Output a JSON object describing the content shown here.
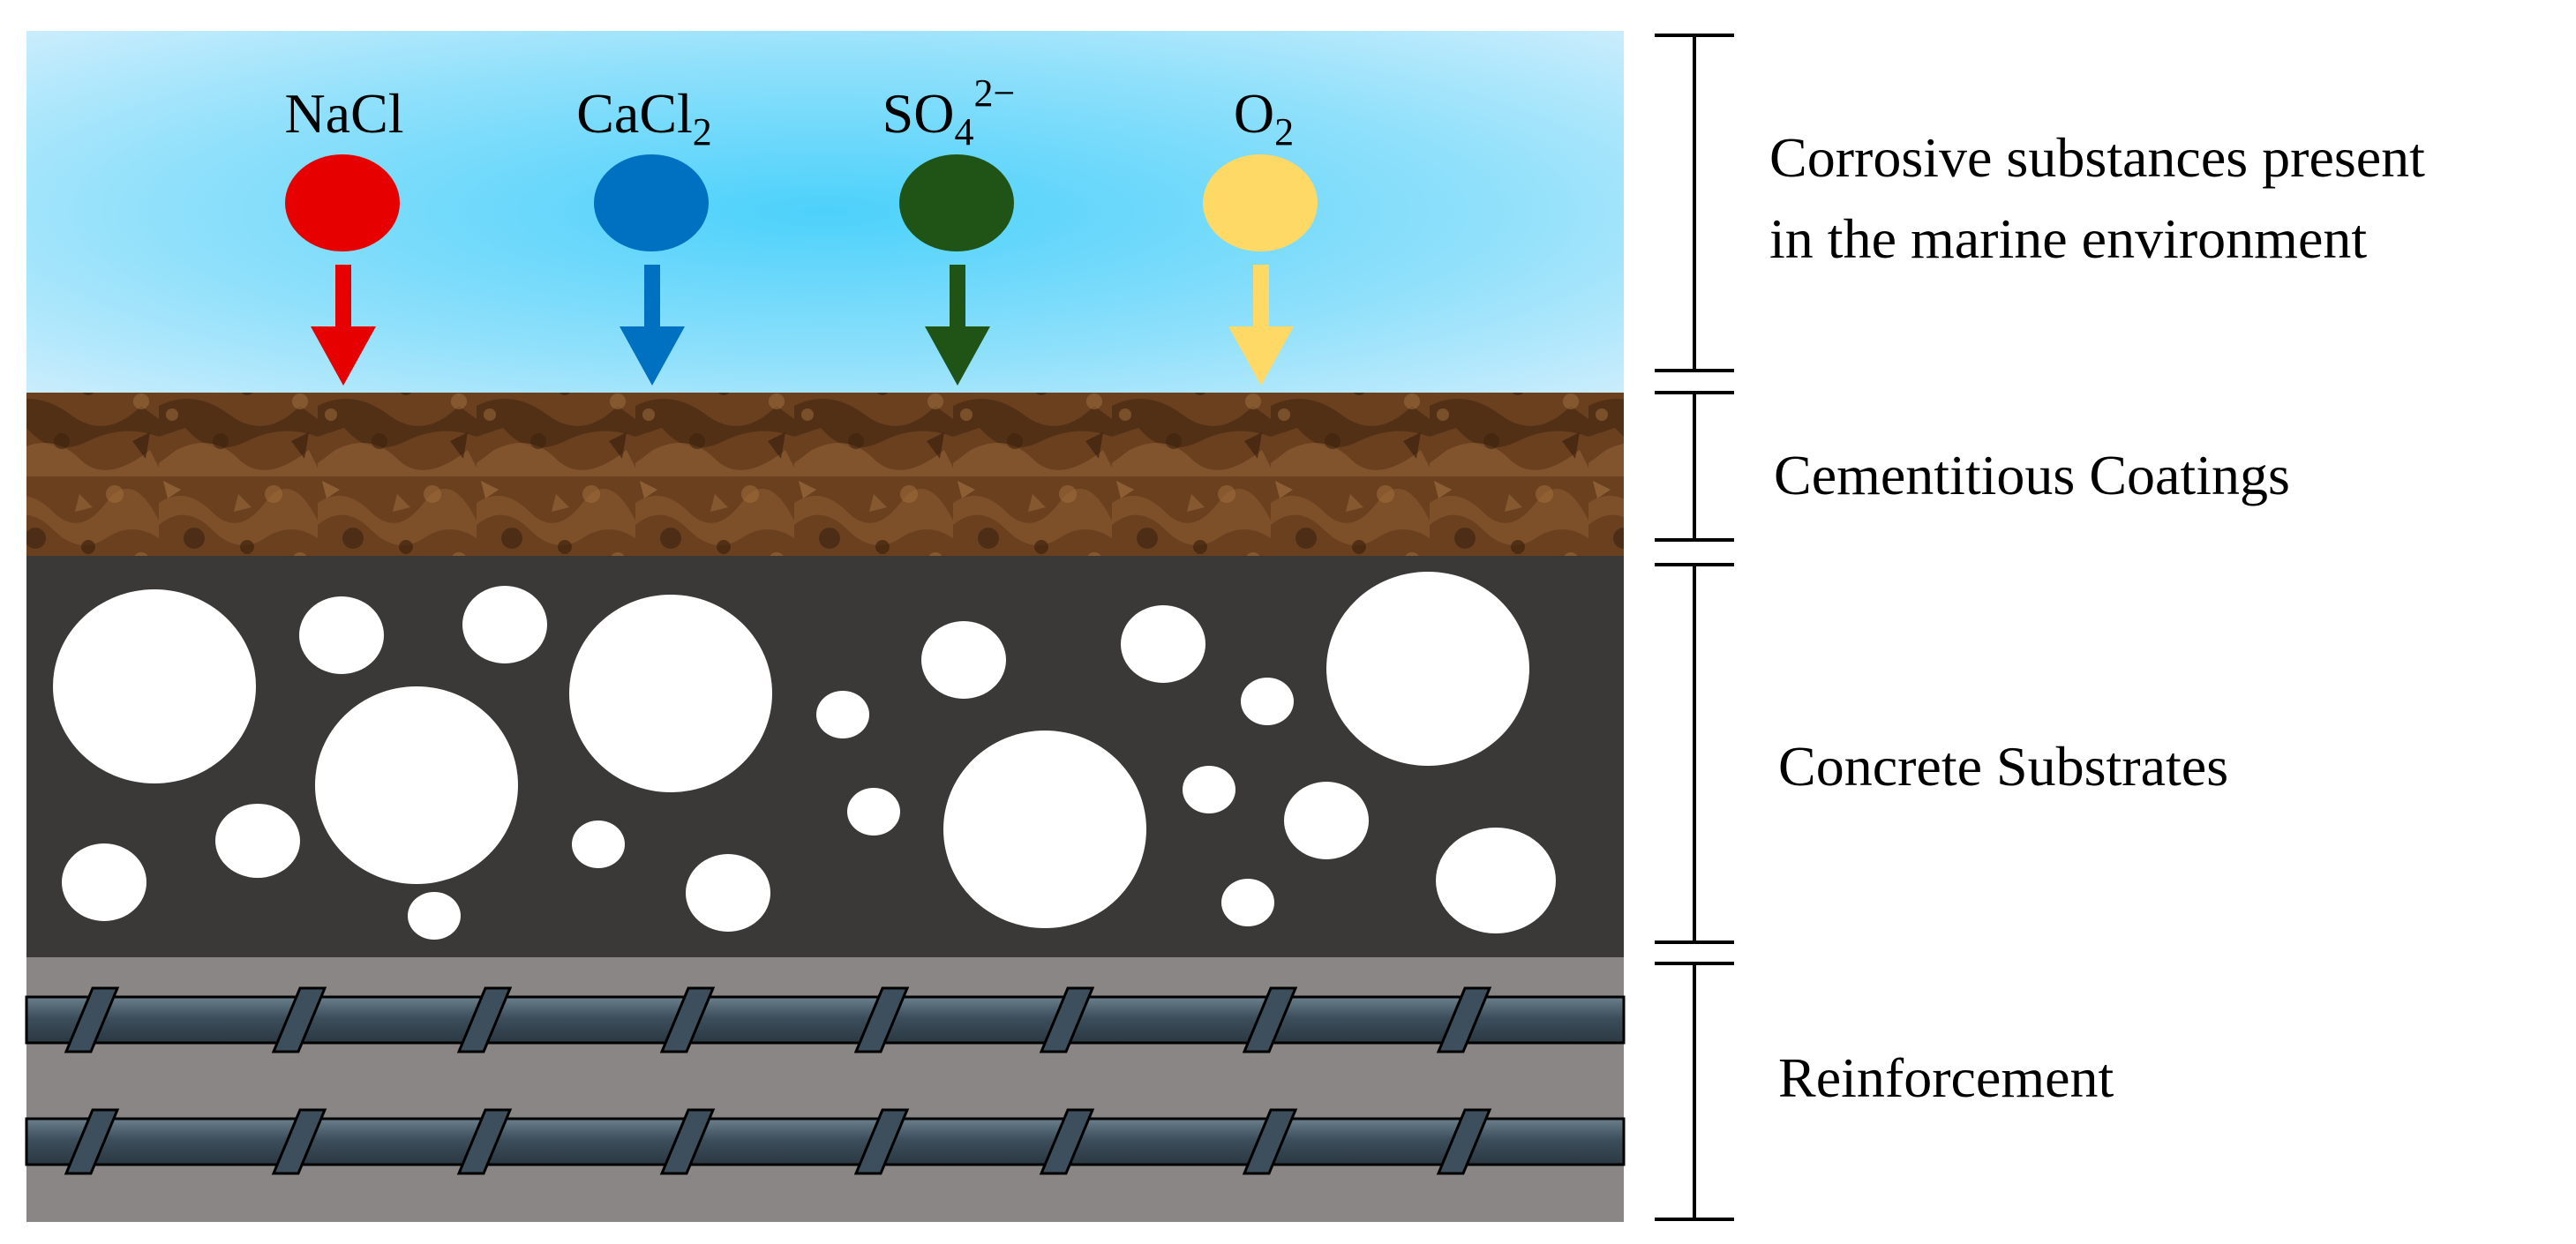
{
  "species": [
    {
      "id": "nacl",
      "formula": "NaCl",
      "base": "NaCl",
      "sub": "",
      "sup": "",
      "color": "#e60000"
    },
    {
      "id": "cacl2",
      "formula": "CaCl2",
      "base": "CaCl",
      "sub": "2",
      "sup": "",
      "color": "#0070c0"
    },
    {
      "id": "so4",
      "formula": "SO4 2−",
      "base": "SO",
      "sub": "4",
      "sup": "2−",
      "color": "#1f5416"
    },
    {
      "id": "o2",
      "formula": "O2",
      "base": "O",
      "sub": "2",
      "sup": "",
      "color": "#ffd966"
    }
  ],
  "layers": {
    "marine": {
      "label_line1": "Corrosive substances present",
      "label_line2": "in the marine environment",
      "color": "#6fd3f7"
    },
    "coating": {
      "label": "Cementitious Coatings",
      "color": "#6b3e1f"
    },
    "concrete": {
      "label": "Concrete Substrates",
      "color": "#3b3938"
    },
    "reinforcement": {
      "label": "Reinforcement",
      "color": "#8a8686",
      "bar_color": "#3d4f5c"
    }
  }
}
